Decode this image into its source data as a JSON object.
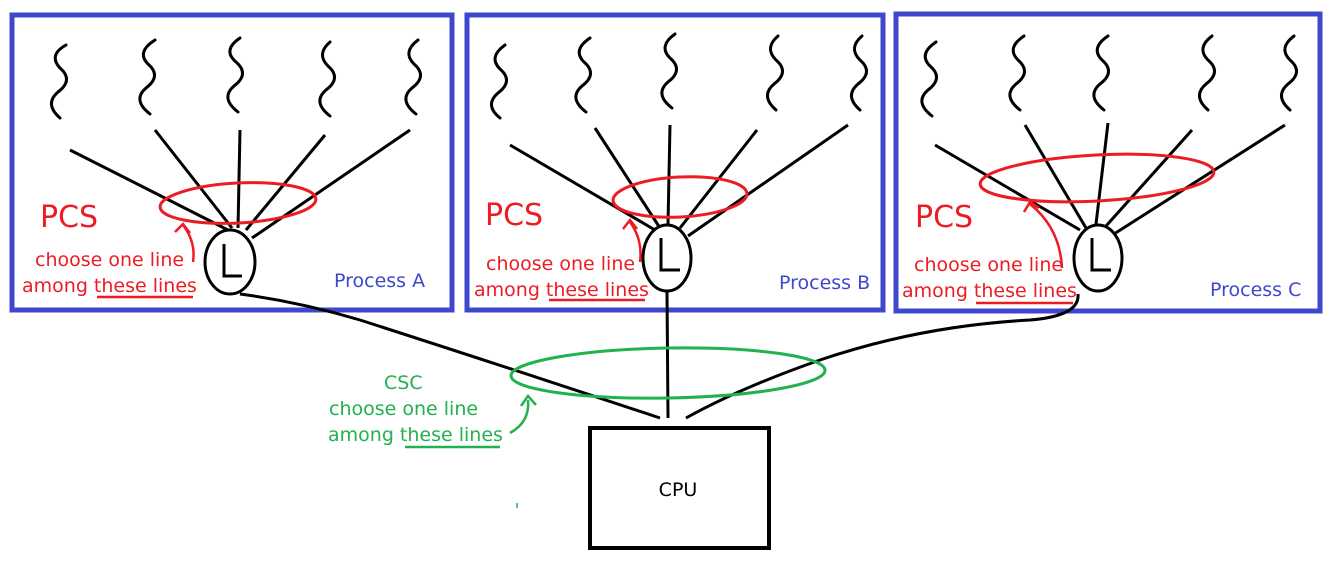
{
  "colors": {
    "process_border": "#3f48cc",
    "pcs": "#ed1c24",
    "csc": "#22b14c",
    "ink": "#000000"
  },
  "processes": [
    {
      "label": "Process A",
      "pcs": "PCS",
      "note_line1": "choose one line",
      "note_line2_a": "among ",
      "note_line2_b": "these lines"
    },
    {
      "label": "Process B",
      "pcs": "PCS",
      "note_line1": "choose one line",
      "note_line2_a": "among ",
      "note_line2_b": "these lines"
    },
    {
      "label": "Process C",
      "pcs": "PCS",
      "note_line1": "choose one line",
      "note_line2_a": "among ",
      "note_line2_b": "these lines"
    }
  ],
  "csc": {
    "title": "CSC",
    "line1": "choose one line",
    "line2_a": "among ",
    "line2_b": "these lines"
  },
  "cpu": {
    "label": "CPU"
  }
}
